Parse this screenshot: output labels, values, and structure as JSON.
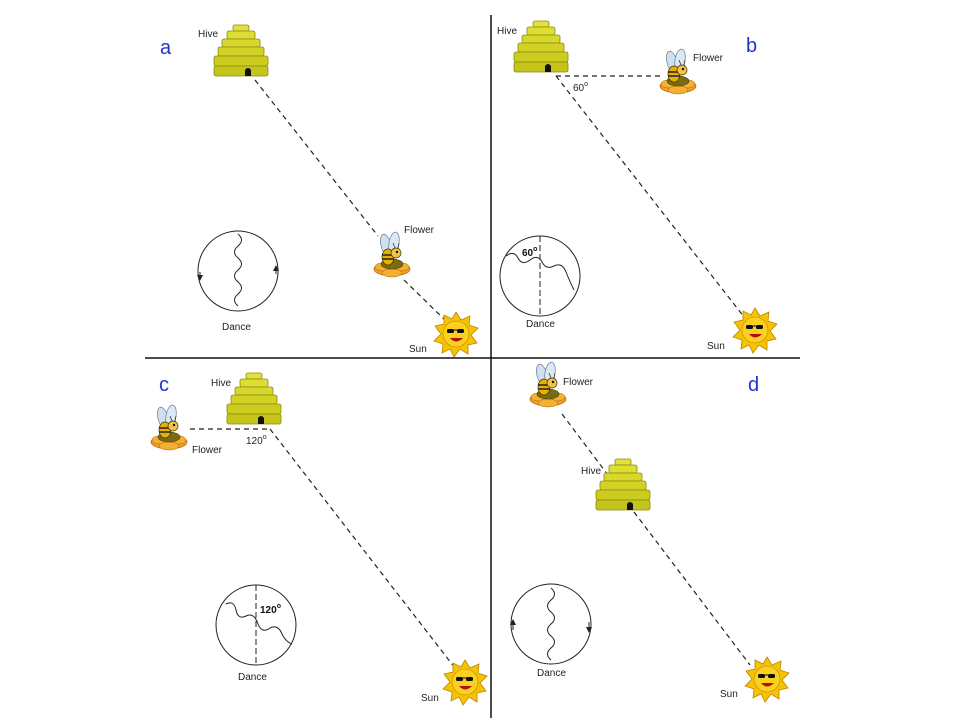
{
  "panels": [
    {
      "letter": "a",
      "hive": "Hive",
      "flower": "Flower",
      "sun": "Sun",
      "dance": "Dance",
      "angle": "",
      "dance_angle": ""
    },
    {
      "letter": "b",
      "hive": "Hive",
      "flower": "Flower",
      "sun": "Sun",
      "dance": "Dance",
      "angle": "60",
      "dance_angle": "60"
    },
    {
      "letter": "c",
      "hive": "Hive",
      "flower": "Flower",
      "sun": "Sun",
      "dance": "Dance",
      "angle": "120",
      "dance_angle": "120"
    },
    {
      "letter": "d",
      "hive": "Hive",
      "flower": "Flower",
      "sun": "Sun",
      "dance": "Dance",
      "angle": "",
      "dance_angle": ""
    }
  ],
  "degree_symbol": "o",
  "colors": {
    "panel_letter": "#2233cc",
    "hive": "#d4d42a",
    "sun": "#f5c400",
    "flower_petal": "#f0a020",
    "divider": "#111111"
  }
}
